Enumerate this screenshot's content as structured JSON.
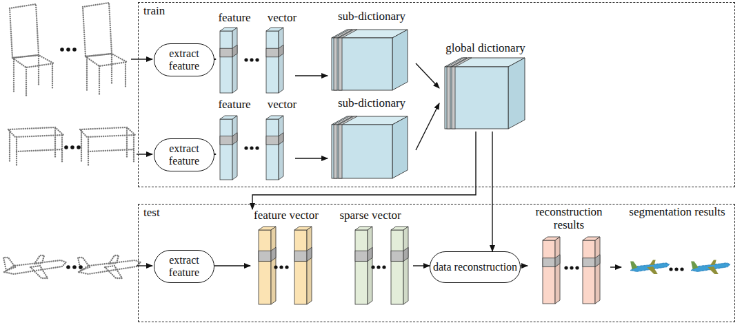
{
  "diagram": {
    "nodes": [
      {
        "text": [
          "train"
        ]
      },
      {
        "text": [
          "extract feature"
        ],
        "in": 0
      },
      {
        "text": [
          "feature",
          "vector"
        ],
        "in": 0
      },
      {
        "text": [
          "sub-dictionary"
        ],
        "in": 0
      },
      {
        "text": [
          "extract feature"
        ],
        "in": 0
      },
      {
        "text": [
          "feature",
          "vector"
        ],
        "in": 0
      },
      {
        "text": [
          "sub-dictionary"
        ],
        "in": 0
      },
      {
        "text": [
          "global dictionary"
        ],
        "in": 0
      },
      {
        "text": [
          "test"
        ]
      },
      {
        "text": [
          "extract feature"
        ],
        "in": 8
      },
      {
        "text": [
          "feature vector"
        ],
        "in": 8
      },
      {
        "text": [
          "sparse vector"
        ],
        "in": 8
      },
      {
        "text": [
          "data reconstruction"
        ],
        "in": 8
      },
      {
        "text": [
          "reconstruction results"
        ],
        "in": 8
      },
      {
        "text": [
          "segmentation results"
        ],
        "in": 8
      }
    ],
    "edges": [
      {
        "from": 1,
        "to": 2,
        "arrow": "to"
      },
      {
        "from": 2,
        "to": 3,
        "arrow": "to"
      },
      {
        "from": 4,
        "to": 5,
        "arrow": "to"
      },
      {
        "from": 5,
        "to": 6,
        "arrow": "to"
      },
      {
        "from": 3,
        "to": 7,
        "arrow": "to"
      },
      {
        "from": 6,
        "to": 7,
        "arrow": "to"
      },
      {
        "from": 7,
        "to": 10,
        "arrow": "to"
      },
      {
        "from": 7,
        "to": 12,
        "arrow": "to"
      },
      {
        "from": 9,
        "to": 10,
        "arrow": "to"
      },
      {
        "from": 11,
        "to": 12,
        "arrow": "to"
      },
      {
        "from": 12,
        "to": 13,
        "arrow": "to"
      },
      {
        "from": 13,
        "to": 14,
        "arrow": "to"
      }
    ]
  }
}
